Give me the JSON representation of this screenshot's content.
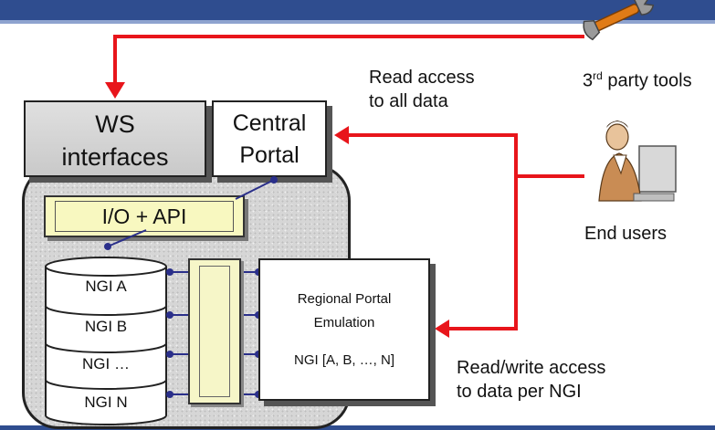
{
  "ws_interfaces": [
    "WS",
    "interfaces"
  ],
  "central_portal": [
    "Central",
    "Portal"
  ],
  "io_api": "I/O + API",
  "databases": [
    "NGI A",
    "NGI B",
    "NGI …",
    "NGI N"
  ],
  "regional": {
    "line1": "Regional Portal",
    "line2": "Emulation",
    "line3": "NGI [A, B, …, N]"
  },
  "third_party": {
    "prefix": "3",
    "sup": "rd",
    "suffix": " party tools"
  },
  "read_access": [
    "Read access",
    "to all data"
  ],
  "end_users": "End users",
  "readwrite_access": [
    "Read/write access",
    "to data per NGI"
  ],
  "colors": {
    "arrow": "#e8151b",
    "connector": "#2a2f8a",
    "header": "#2f4d8f"
  },
  "icons": [
    "wrench-icon",
    "user-at-computer-icon"
  ]
}
